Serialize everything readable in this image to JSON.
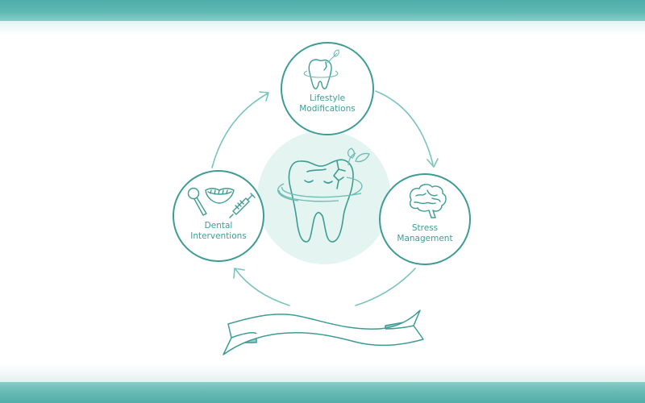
{
  "diagram": {
    "type": "cycle",
    "center": {
      "name": "Tooth wellness (cracked tooth with leaf and halo)",
      "icon": "relaxed-tooth-icon"
    },
    "nodes": [
      {
        "id": "lifestyle",
        "label_line1": "Lifestyle",
        "label_line2": "Modifications",
        "icon": "tooth-leaf-icon",
        "position": "top"
      },
      {
        "id": "stress",
        "label_line1": "Stress",
        "label_line2": "Management",
        "icon": "brain-icon",
        "position": "right"
      },
      {
        "id": "dental",
        "label_line1": "Dental",
        "label_line2": "Interventions",
        "icon": "mirror-teeth-syringe-icon",
        "position": "left"
      }
    ],
    "edges": [
      {
        "from": "dental",
        "to": "lifestyle"
      },
      {
        "from": "lifestyle",
        "to": "stress"
      },
      {
        "from": "stress",
        "to": "dental"
      }
    ],
    "banner": {
      "text": ""
    }
  },
  "colors": {
    "stroke": "#3e9c95",
    "arrow": "#7cc3bc",
    "center_fill": "#e3f4f1",
    "band": "#5db6b1"
  }
}
